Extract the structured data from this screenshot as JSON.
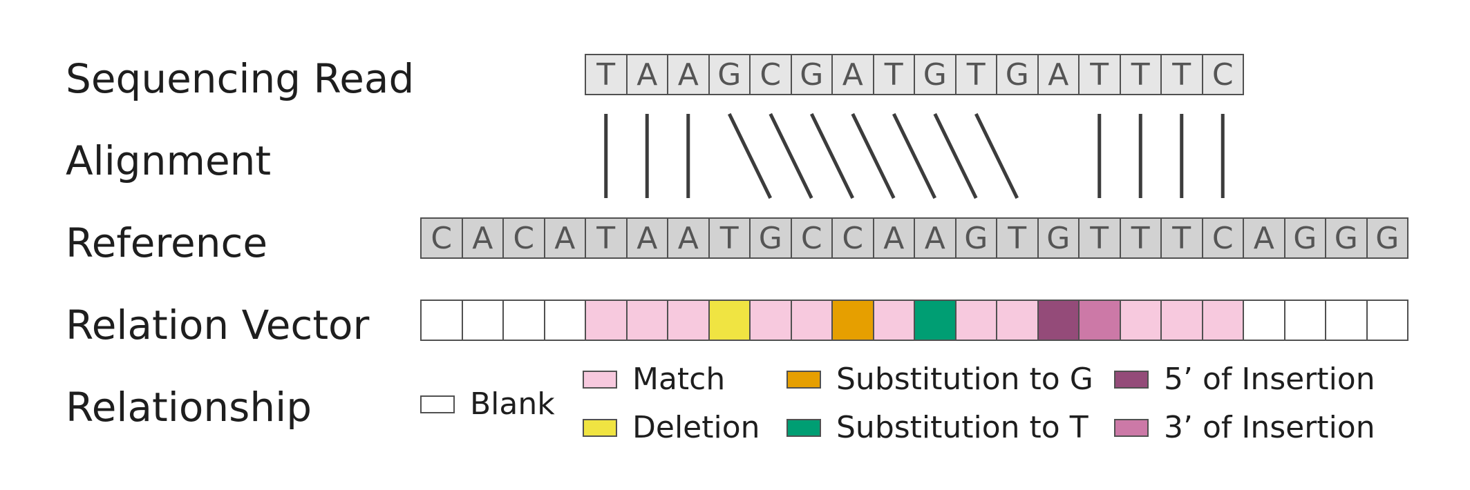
{
  "labels": {
    "read": "Sequencing Read",
    "alignment": "Alignment",
    "reference": "Reference",
    "relation": "Relation Vector",
    "relationship": "Relationship"
  },
  "read": [
    "T",
    "A",
    "A",
    "G",
    "C",
    "G",
    "A",
    "T",
    "G",
    "T",
    "G",
    "A",
    "T",
    "T",
    "T",
    "C"
  ],
  "reference": [
    "C",
    "A",
    "C",
    "A",
    "T",
    "A",
    "A",
    "T",
    "G",
    "C",
    "C",
    "A",
    "A",
    "G",
    "T",
    "G",
    "T",
    "T",
    "T",
    "C",
    "A",
    "G",
    "G",
    "G"
  ],
  "alignment": [
    {
      "read": 0,
      "ref": 4
    },
    {
      "read": 1,
      "ref": 5
    },
    {
      "read": 2,
      "ref": 6
    },
    {
      "read": 3,
      "ref": 8
    },
    {
      "read": 4,
      "ref": 9
    },
    {
      "read": 5,
      "ref": 10
    },
    {
      "read": 6,
      "ref": 11
    },
    {
      "read": 7,
      "ref": 12
    },
    {
      "read": 8,
      "ref": 13
    },
    {
      "read": 9,
      "ref": 14
    },
    {
      "read": 12,
      "ref": 16
    },
    {
      "read": 13,
      "ref": 17
    },
    {
      "read": 14,
      "ref": 18
    },
    {
      "read": 15,
      "ref": 19
    }
  ],
  "relation_vector": [
    "blank",
    "blank",
    "blank",
    "blank",
    "match",
    "match",
    "match",
    "deletion",
    "match",
    "match",
    "sub_g",
    "match",
    "sub_t",
    "match",
    "match",
    "ins5",
    "ins3",
    "match",
    "match",
    "match",
    "blank",
    "blank",
    "blank",
    "blank"
  ],
  "colors": {
    "blank": "#ffffff",
    "match": "#f7c9de",
    "deletion": "#f0e442",
    "sub_g": "#e69f00",
    "sub_t": "#009e73",
    "ins5": "#944b79",
    "ins3": "#cc79a7",
    "read_fill": "#e6e6e6",
    "ref_fill": "#d2d2d2",
    "stroke": "#505050",
    "line": "#3c3c3c"
  },
  "legend": [
    {
      "key": "blank",
      "label": "Blank"
    },
    {
      "key": "match",
      "label": "Match"
    },
    {
      "key": "deletion",
      "label": "Deletion"
    },
    {
      "key": "sub_g",
      "label": "Substitution to G"
    },
    {
      "key": "sub_t",
      "label": "Substitution to T"
    },
    {
      "key": "ins5",
      "label": "5’ of Insertion"
    },
    {
      "key": "ins3",
      "label": "3’ of Insertion"
    }
  ]
}
